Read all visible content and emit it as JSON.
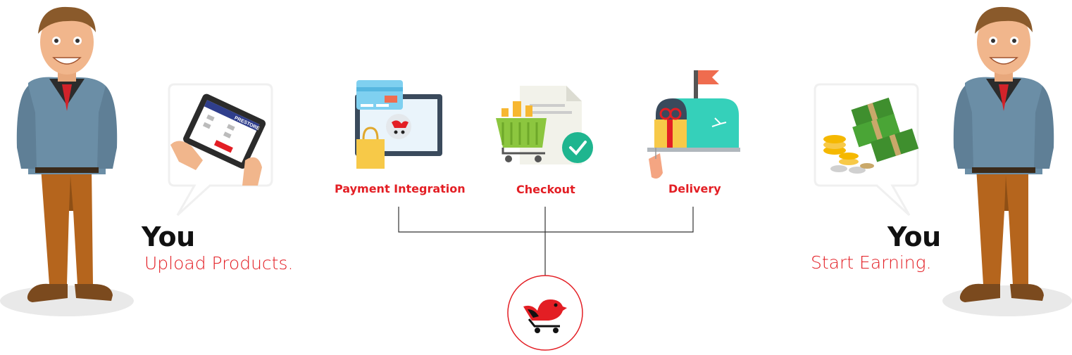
{
  "left": {
    "title": "You",
    "subtitle": "Upload Products.",
    "tablet_text": "PRESTORE"
  },
  "right": {
    "title": "You",
    "subtitle": "Start Earning."
  },
  "steps": [
    {
      "label": "Payment Integration"
    },
    {
      "label": "Checkout"
    },
    {
      "label": "Delivery"
    }
  ],
  "colors": {
    "accent": "#e31e24",
    "text": "#111111",
    "connector": "#333333"
  },
  "icons": [
    "person-left-icon",
    "tablet-icon",
    "payment-icon",
    "checkout-icon",
    "delivery-icon",
    "money-icon",
    "brand-logo-icon",
    "person-right-icon"
  ]
}
